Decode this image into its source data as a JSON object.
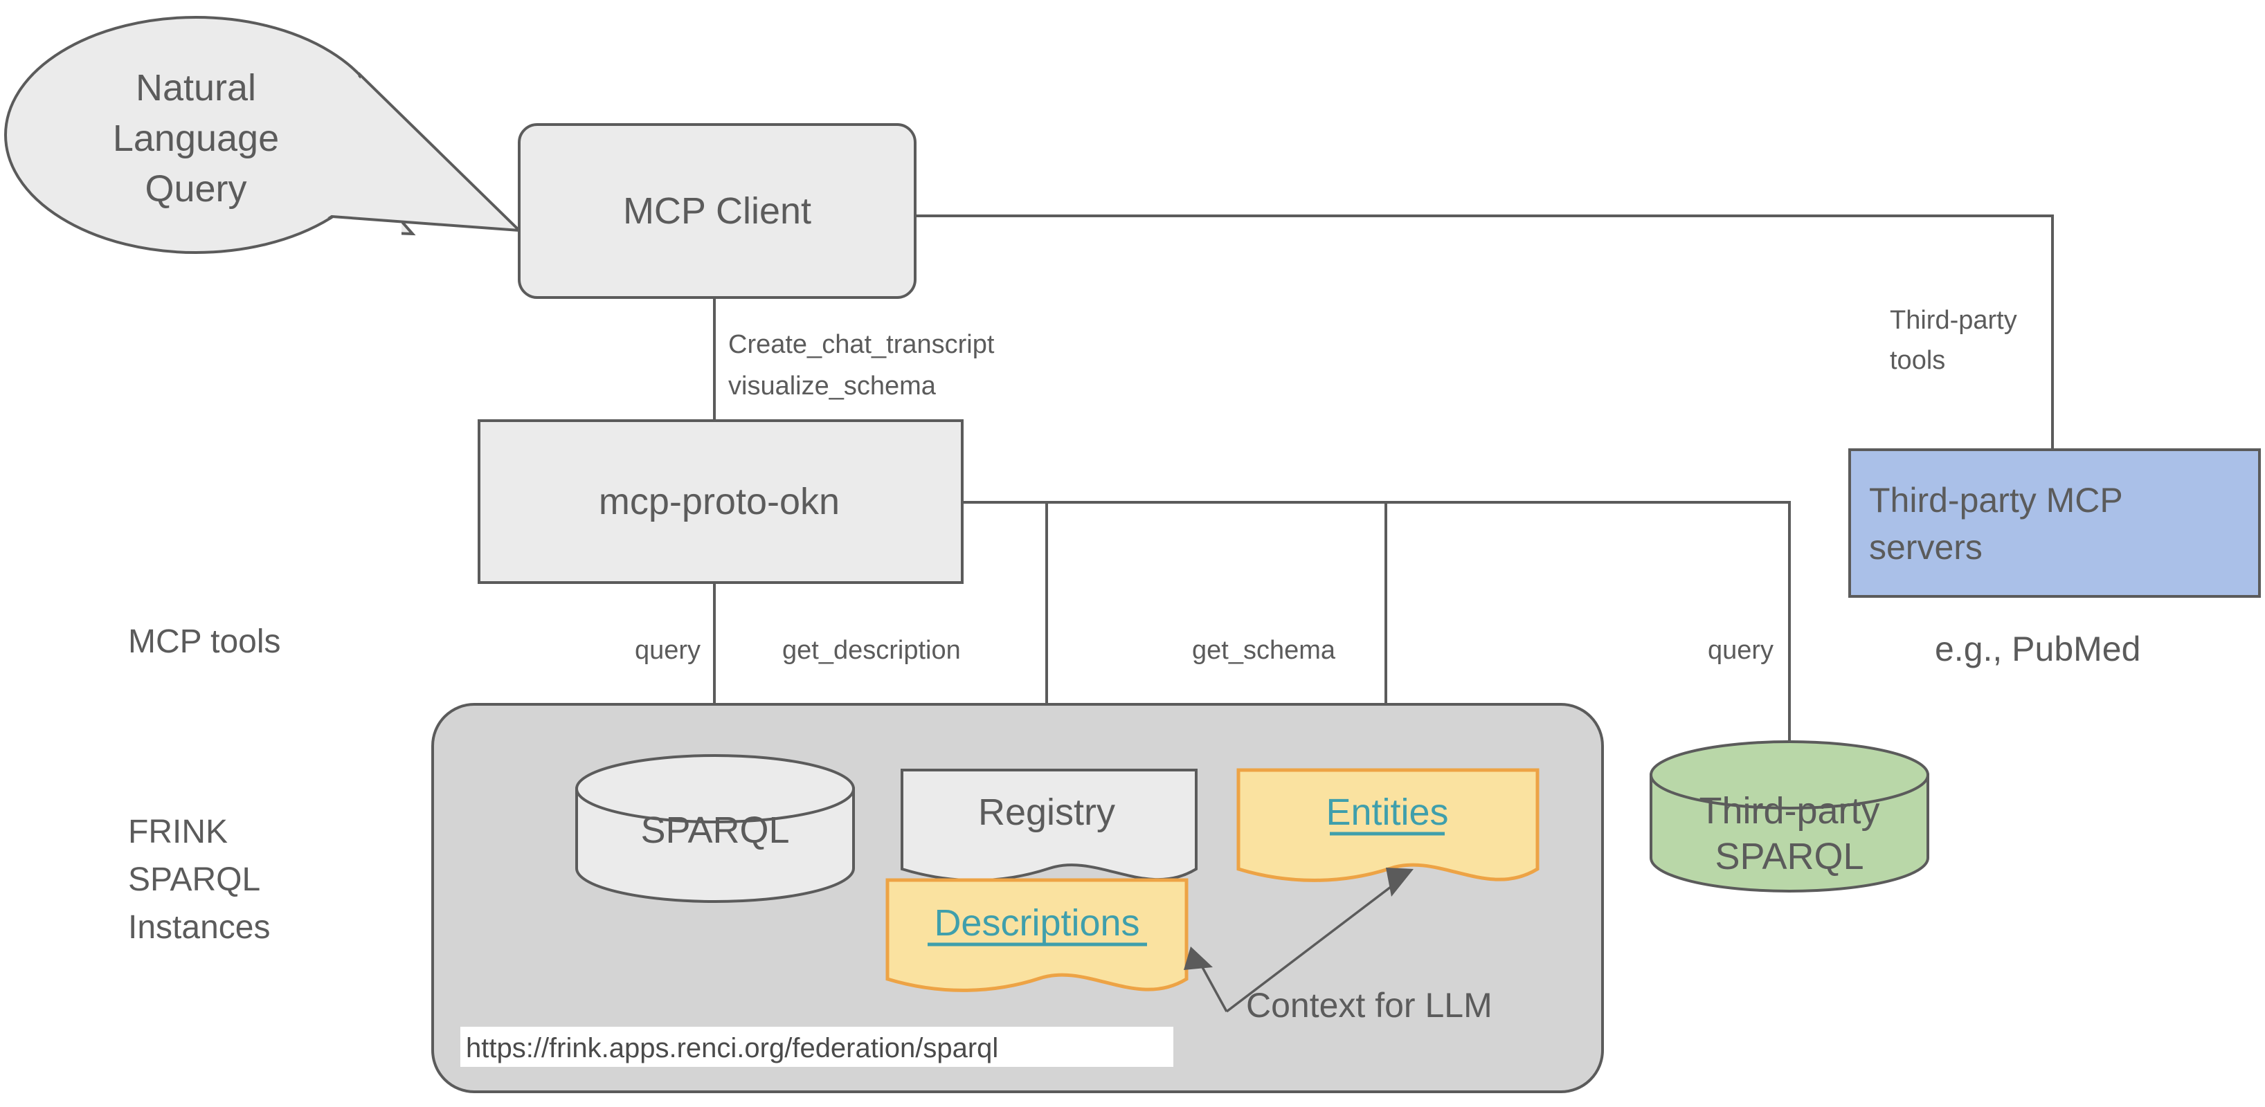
{
  "diagram": {
    "title": "MCP architecture for FRINK SPARQL instances",
    "colors": {
      "node_gray": "#ebebeb",
      "node_blue": "#aac0e8",
      "node_green": "#b9d7a8",
      "doc_yellow": "#fae2a0",
      "doc_yellow_border": "#eda345",
      "container_gray": "#d4d4d4",
      "stroke": "#5b5b5b",
      "link_teal": "#3f9fac",
      "background": "#ffffff"
    }
  },
  "nodes": {
    "natural_language_query": "Natural\nLanguage\nQuery",
    "natural_language_query_lines": [
      "Natural",
      "Language",
      "Query"
    ],
    "mcp_client": "MCP Client",
    "mcp_proto_okn": "mcp-proto-okn",
    "third_party_mcp_servers_lines": [
      "Third-party MCP",
      "servers"
    ],
    "third_party_sparql_lines": [
      "Third-party",
      "SPARQL"
    ],
    "sparql": "SPARQL",
    "registry": "Registry",
    "entities": "Entities",
    "descriptions": "Descriptions"
  },
  "edge_labels": {
    "create_chat_transcript": "Create_chat_transcript",
    "visualize_schema": "visualize_schema",
    "third_party_tools_lines": [
      "Third-party",
      "tools"
    ],
    "query_left": "query",
    "get_description": "get_description",
    "get_schema": "get_schema",
    "query_right": "query"
  },
  "row_labels": {
    "mcp_tools": "MCP tools",
    "frink_sparql_instances_lines": [
      "FRINK",
      "SPARQL",
      "Instances"
    ]
  },
  "annotations": {
    "context_for_llm": "Context for LLM",
    "eg_pubmed": "e.g., PubMed",
    "frink_endpoint_url": "https://frink.apps.renci.org/federation/sparql"
  }
}
